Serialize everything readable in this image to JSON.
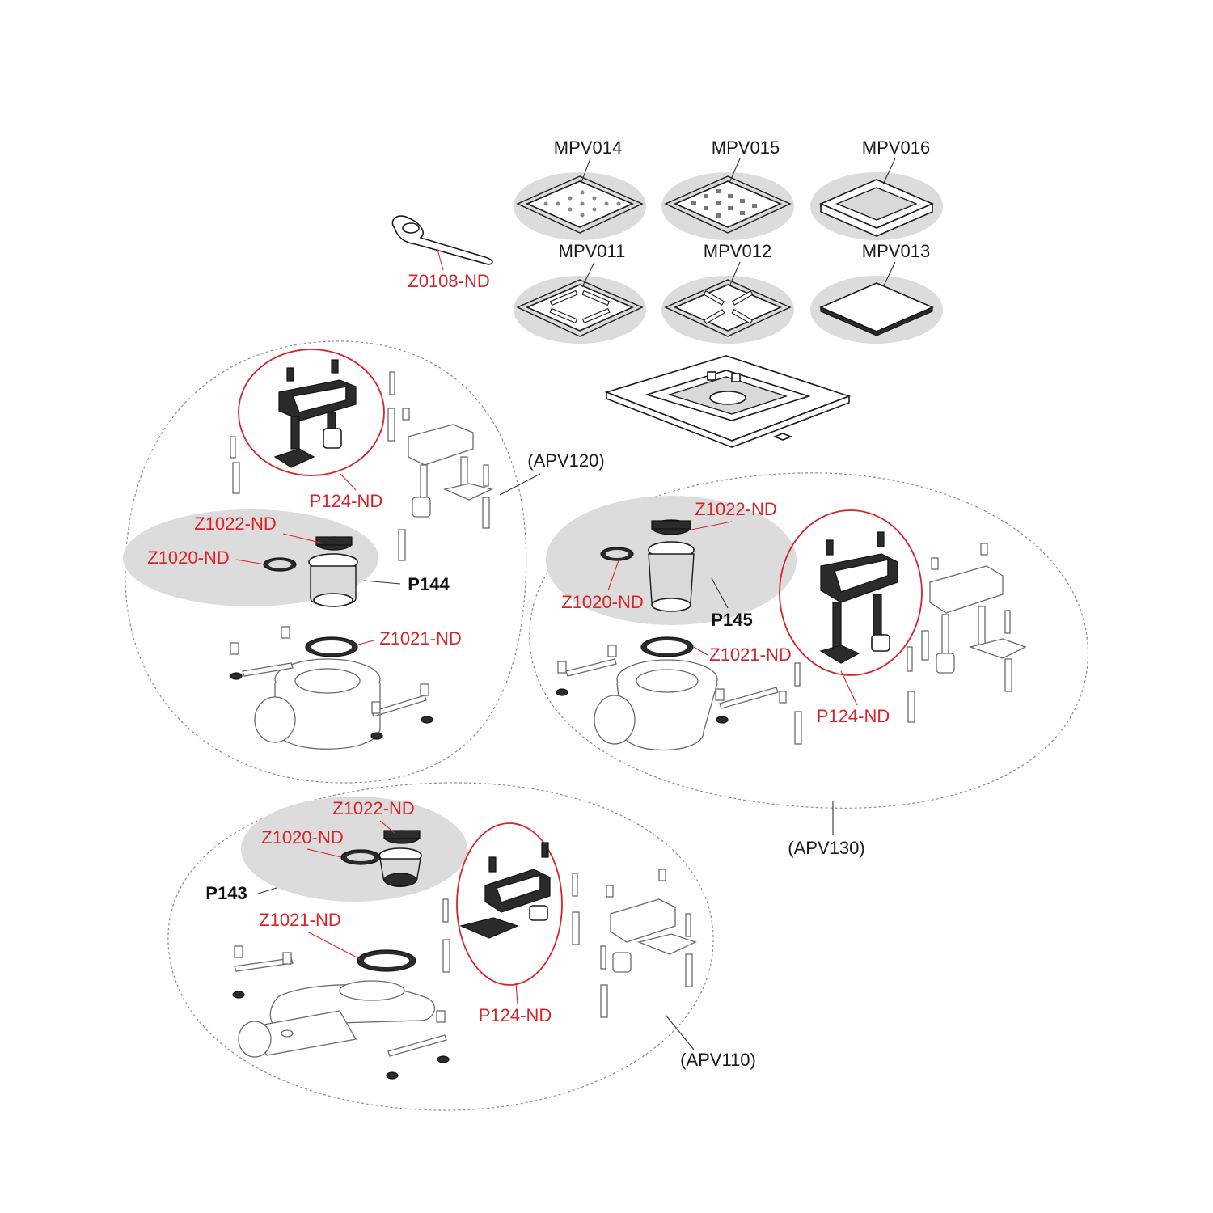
{
  "grates": {
    "mpv014": "MPV014",
    "mpv015": "MPV015",
    "mpv016": "MPV016",
    "mpv011": "MPV011",
    "mpv012": "MPV012",
    "mpv013": "MPV013"
  },
  "tool": {
    "z0108": "Z0108-ND"
  },
  "apv120": {
    "group": "(APV120)",
    "p124": "P124-ND",
    "z1022": "Z1022-ND",
    "z1020": "Z1020-ND",
    "p144": "P144",
    "z1021": "Z1021-ND"
  },
  "apv130": {
    "group": "(APV130)",
    "z1022": "Z1022-ND",
    "z1020": "Z1020-ND",
    "p145": "P145",
    "z1021": "Z1021-ND",
    "p124": "P124-ND"
  },
  "apv110": {
    "group": "(APV110)",
    "z1022": "Z1022-ND",
    "z1020": "Z1020-ND",
    "p143": "P143",
    "z1021": "Z1021-ND",
    "p124": "P124-ND"
  },
  "colors": {
    "callout_red": "#d8232a",
    "label_black": "#1a1a1a",
    "highlight_grey": "#dcdcdc"
  }
}
